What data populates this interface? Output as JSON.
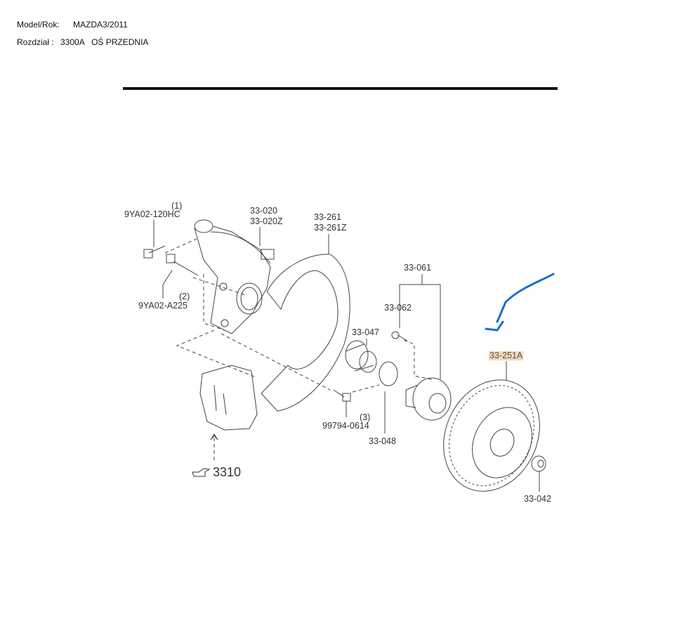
{
  "header": {
    "model_label": "Model/Rok:",
    "model_value": "MAZDA3/2011",
    "section_label": "Rozdział :",
    "section_code": "3300A",
    "section_name": "OŚ PRZEDNIA"
  },
  "diagram": {
    "callouts": {
      "bolt1_index": "(1)",
      "bolt1_part": "9YA02-120HC",
      "knuckle_a": "33-020",
      "knuckle_b": "33-020Z",
      "shield_a": "33-261",
      "shield_b": "33-261Z",
      "bolt2_index": "(2)",
      "bolt2_part": "9YA02-A225",
      "hub_assy": "33-061",
      "hub_bolt": "33-062",
      "bearing": "33-047",
      "brake_disc": "33-251A",
      "bolt3_index": "(3)",
      "bolt3_part": "99794-0614",
      "snap_ring": "33-048",
      "caliper_ref": "3310",
      "nut": "33-042"
    },
    "annotation_color": "#1a6fc9",
    "highlight_color": "#f6d9b8"
  }
}
